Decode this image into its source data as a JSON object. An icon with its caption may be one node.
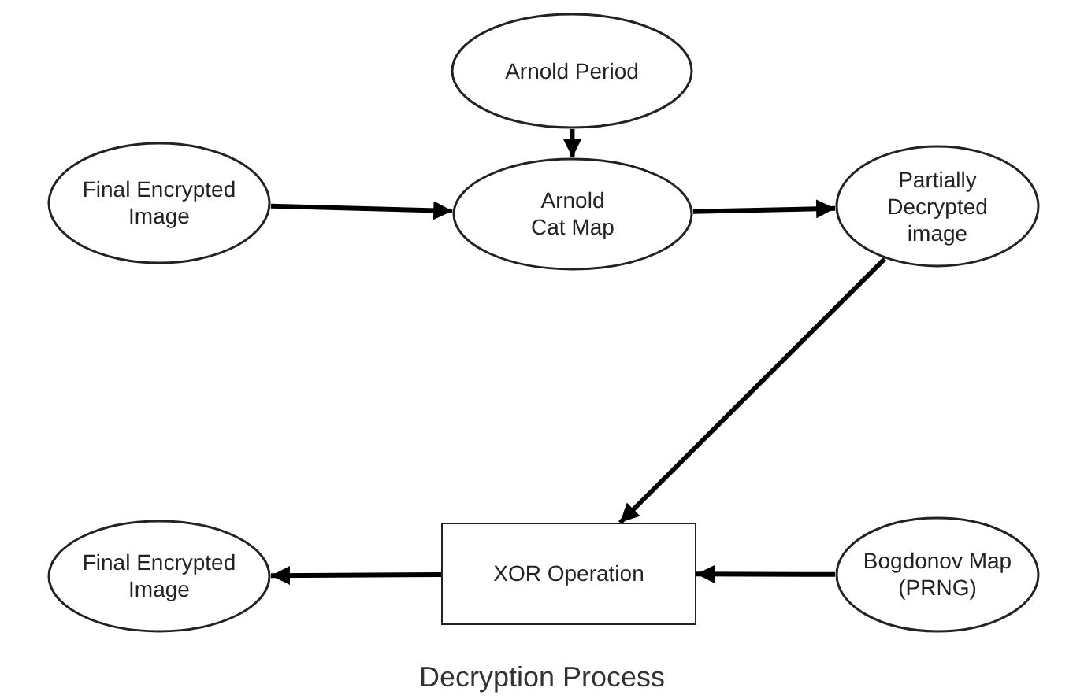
{
  "diagram": {
    "caption": "Decryption Process",
    "nodes": [
      {
        "text": [
          "Arnold Period"
        ]
      },
      {
        "text": [
          "Final Encrypted Image"
        ]
      },
      {
        "text": [
          "Arnold Cat Map"
        ]
      },
      {
        "text": [
          "Partially Decrypted image"
        ]
      },
      {
        "text": [
          "Final Encrypted Image"
        ]
      },
      {
        "text": [
          "XOR Operation"
        ]
      },
      {
        "text": [
          "Bogdonov Map (PRNG)"
        ]
      }
    ],
    "edges": [
      {
        "from": 0,
        "to": 2,
        "arrow": "to"
      },
      {
        "from": 1,
        "to": 2,
        "arrow": "to"
      },
      {
        "from": 2,
        "to": 3,
        "arrow": "to"
      },
      {
        "from": 3,
        "to": 5,
        "arrow": "to"
      },
      {
        "from": 6,
        "to": 5,
        "arrow": "to"
      },
      {
        "from": 5,
        "to": 4,
        "arrow": "to"
      }
    ]
  }
}
